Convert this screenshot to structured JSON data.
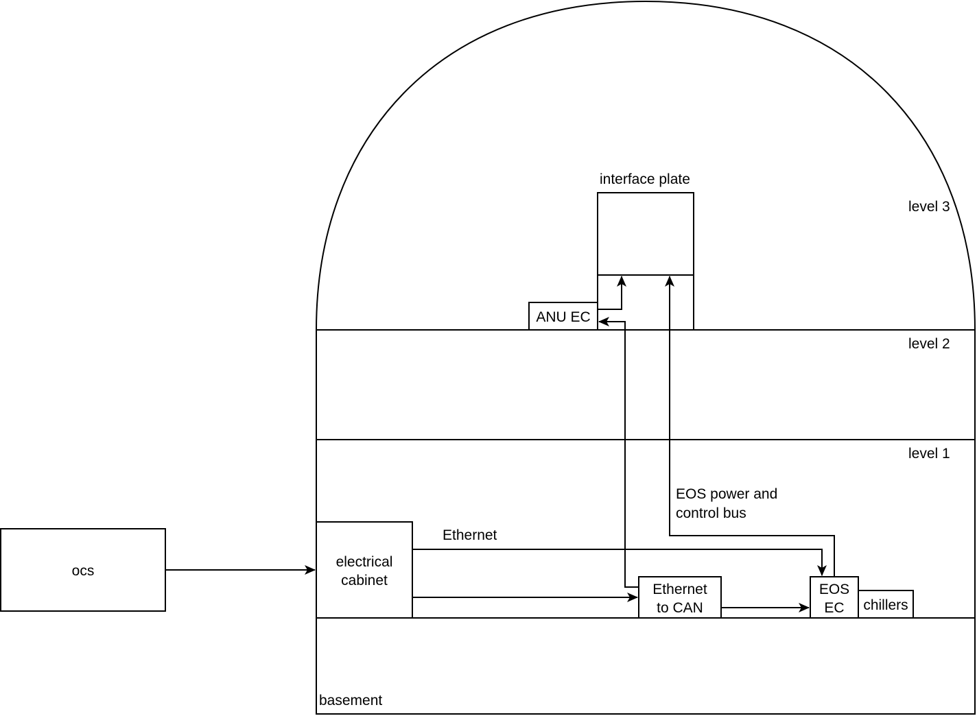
{
  "levels": {
    "level3": "level 3",
    "level2": "level 2",
    "level1": "level 1",
    "basement": "basement"
  },
  "boxes": {
    "ocs": "ocs",
    "electrical_cabinet_line1": "electrical",
    "electrical_cabinet_line2": "cabinet",
    "ethernet_to_can_line1": "Ethernet",
    "ethernet_to_can_line2": "to CAN",
    "eos_ec_line1": "EOS",
    "eos_ec_line2": "EC",
    "chillers": "chillers",
    "anu_ec": "ANU EC",
    "interface_plate": "interface plate"
  },
  "connections": {
    "ethernet": "Ethernet",
    "eos_bus_line1": "EOS power and",
    "eos_bus_line2": "control bus"
  },
  "colors": {
    "stroke": "#000000",
    "background": "#ffffff"
  }
}
